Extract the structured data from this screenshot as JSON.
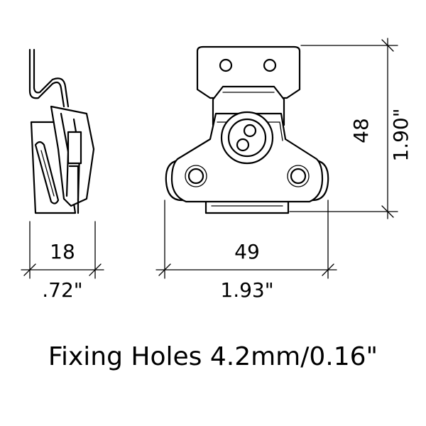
{
  "dimensions": {
    "side_width_mm": "18",
    "side_width_in": ".72\"",
    "front_width_mm": "49",
    "front_width_in": "1.93\"",
    "front_height_mm": "48",
    "front_height_in": "1.90\""
  },
  "caption": "Fixing Holes 4.2mm/0.16\"",
  "colors": {
    "ink": "#000000",
    "paper": "#ffffff"
  }
}
